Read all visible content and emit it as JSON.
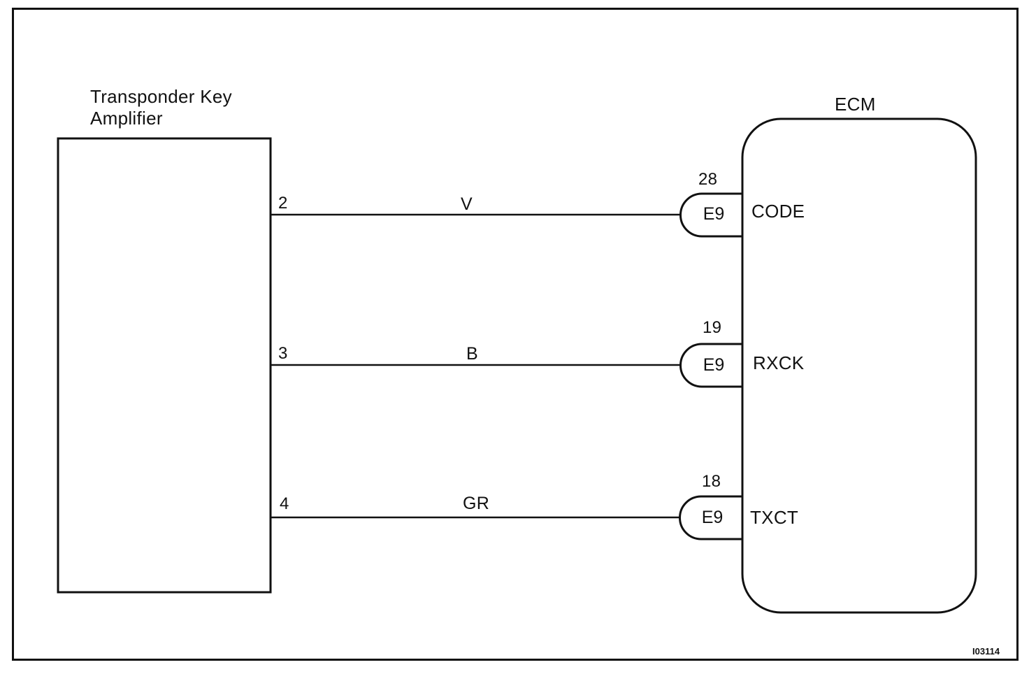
{
  "components": {
    "left": {
      "title_line1": "Transponder Key",
      "title_line2": "Amplifier"
    },
    "right": {
      "title": "ECM"
    }
  },
  "connections": [
    {
      "pin": "2",
      "wire_color": "V",
      "connector": "E9",
      "terminal_no": "28",
      "terminal_name": "CODE"
    },
    {
      "pin": "3",
      "wire_color": "B",
      "connector": "E9",
      "terminal_no": "19",
      "terminal_name": "RXCK"
    },
    {
      "pin": "4",
      "wire_color": "GR",
      "connector": "E9",
      "terminal_no": "18",
      "terminal_name": "TXCT"
    }
  ],
  "figure_id": "I03114",
  "colors": {
    "line": "#111111",
    "background": "#ffffff"
  }
}
